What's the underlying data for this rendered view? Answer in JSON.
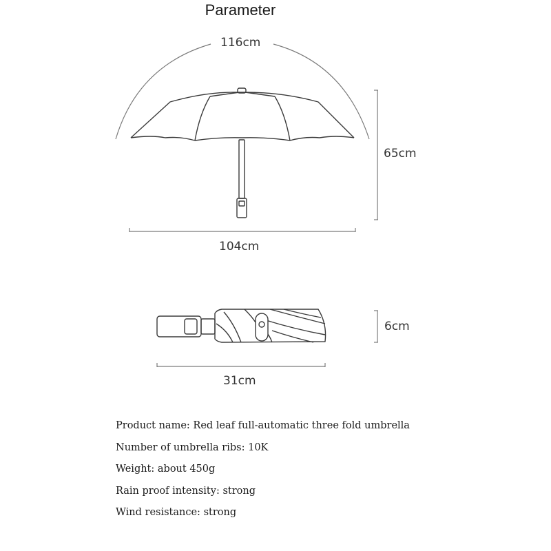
{
  "title": "Parameter",
  "open_umbrella": {
    "arc_width": "116cm",
    "height": "65cm",
    "span_width": "104cm"
  },
  "folded_umbrella": {
    "height": "6cm",
    "length": "31cm"
  },
  "specs": [
    {
      "label": "Product name:",
      "value": "Red leaf full-automatic three fold umbrella"
    },
    {
      "label": "Number of umbrella ribs:",
      "value": "10K"
    },
    {
      "label": "Weight:",
      "value": "about 450g"
    },
    {
      "label": "Rain proof intensity:",
      "value": "strong"
    },
    {
      "label": "Wind resistance:",
      "value": "strong"
    }
  ],
  "colors": {
    "line": "#3a3a3a",
    "dim_line": "#7a7a7a"
  }
}
